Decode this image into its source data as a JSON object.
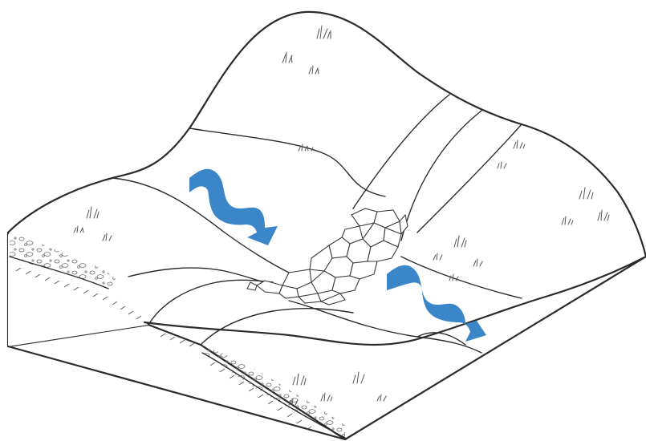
{
  "colors": {
    "flow_arrow": "#3a86c8",
    "line": "#2b2b2b",
    "background": "#ffffff"
  },
  "icons": {
    "flow_arrow_left": "wavy-flow-arrow",
    "flow_arrow_right": "wavy-flow-arrow",
    "rock_crossing": "stone-ford"
  }
}
